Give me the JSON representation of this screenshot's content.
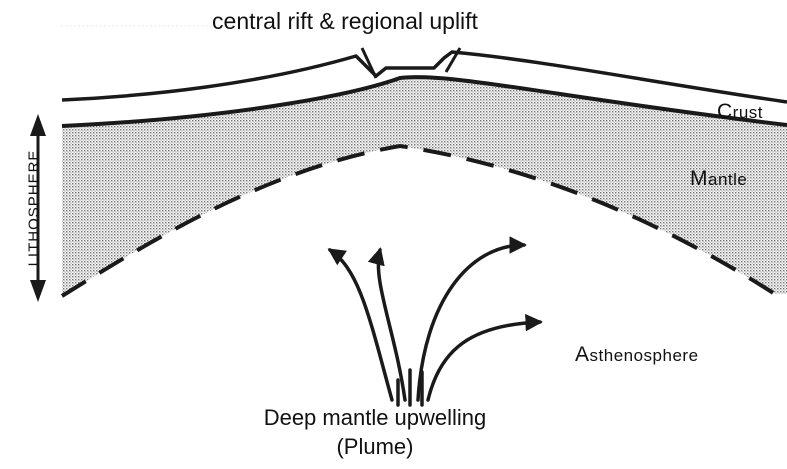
{
  "title": "central rift & regional uplift",
  "labels": {
    "crust": "Crust",
    "mantle": "Mantle",
    "lithosphere": "Lithosphere",
    "asthenosphere": "Asthenosphere",
    "plume_line1": "Deep mantle upwelling",
    "plume_line2": "(Plume)"
  },
  "colors": {
    "line": "#1a1a1a",
    "stipple": "#7d7d7d",
    "background": "#ffffff"
  }
}
